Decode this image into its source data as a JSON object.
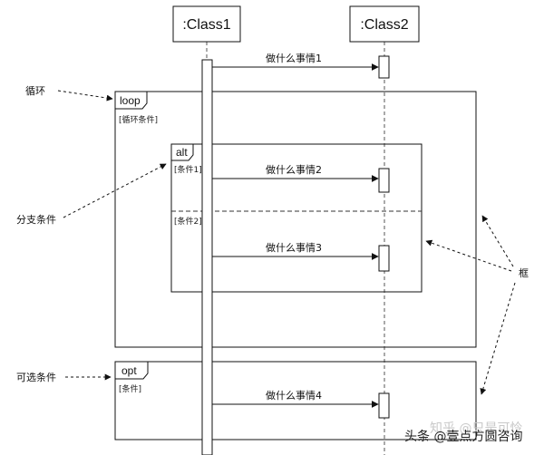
{
  "lifelines": [
    {
      "name": ":Class1"
    },
    {
      "name": ":Class2"
    }
  ],
  "fragments": {
    "loop": {
      "operator": "loop",
      "guard": "[循环条件]"
    },
    "alt": {
      "operator": "alt",
      "guard_1": "[条件1]",
      "guard_2": "[条件2]"
    },
    "opt": {
      "operator": "opt",
      "guard": "[条件]"
    }
  },
  "messages": [
    {
      "label": "做什么事情1"
    },
    {
      "label": "做什么事情2"
    },
    {
      "label": "做什么事情3"
    },
    {
      "label": "做什么事情4"
    }
  ],
  "annotations": {
    "loop_note": "循环",
    "alt_note": "分支条件",
    "opt_note": "可选条件",
    "frame_note": "框"
  },
  "watermark": {
    "faint": "知乎 @只是可怜",
    "text": "头条 @壹点方圆咨询"
  }
}
